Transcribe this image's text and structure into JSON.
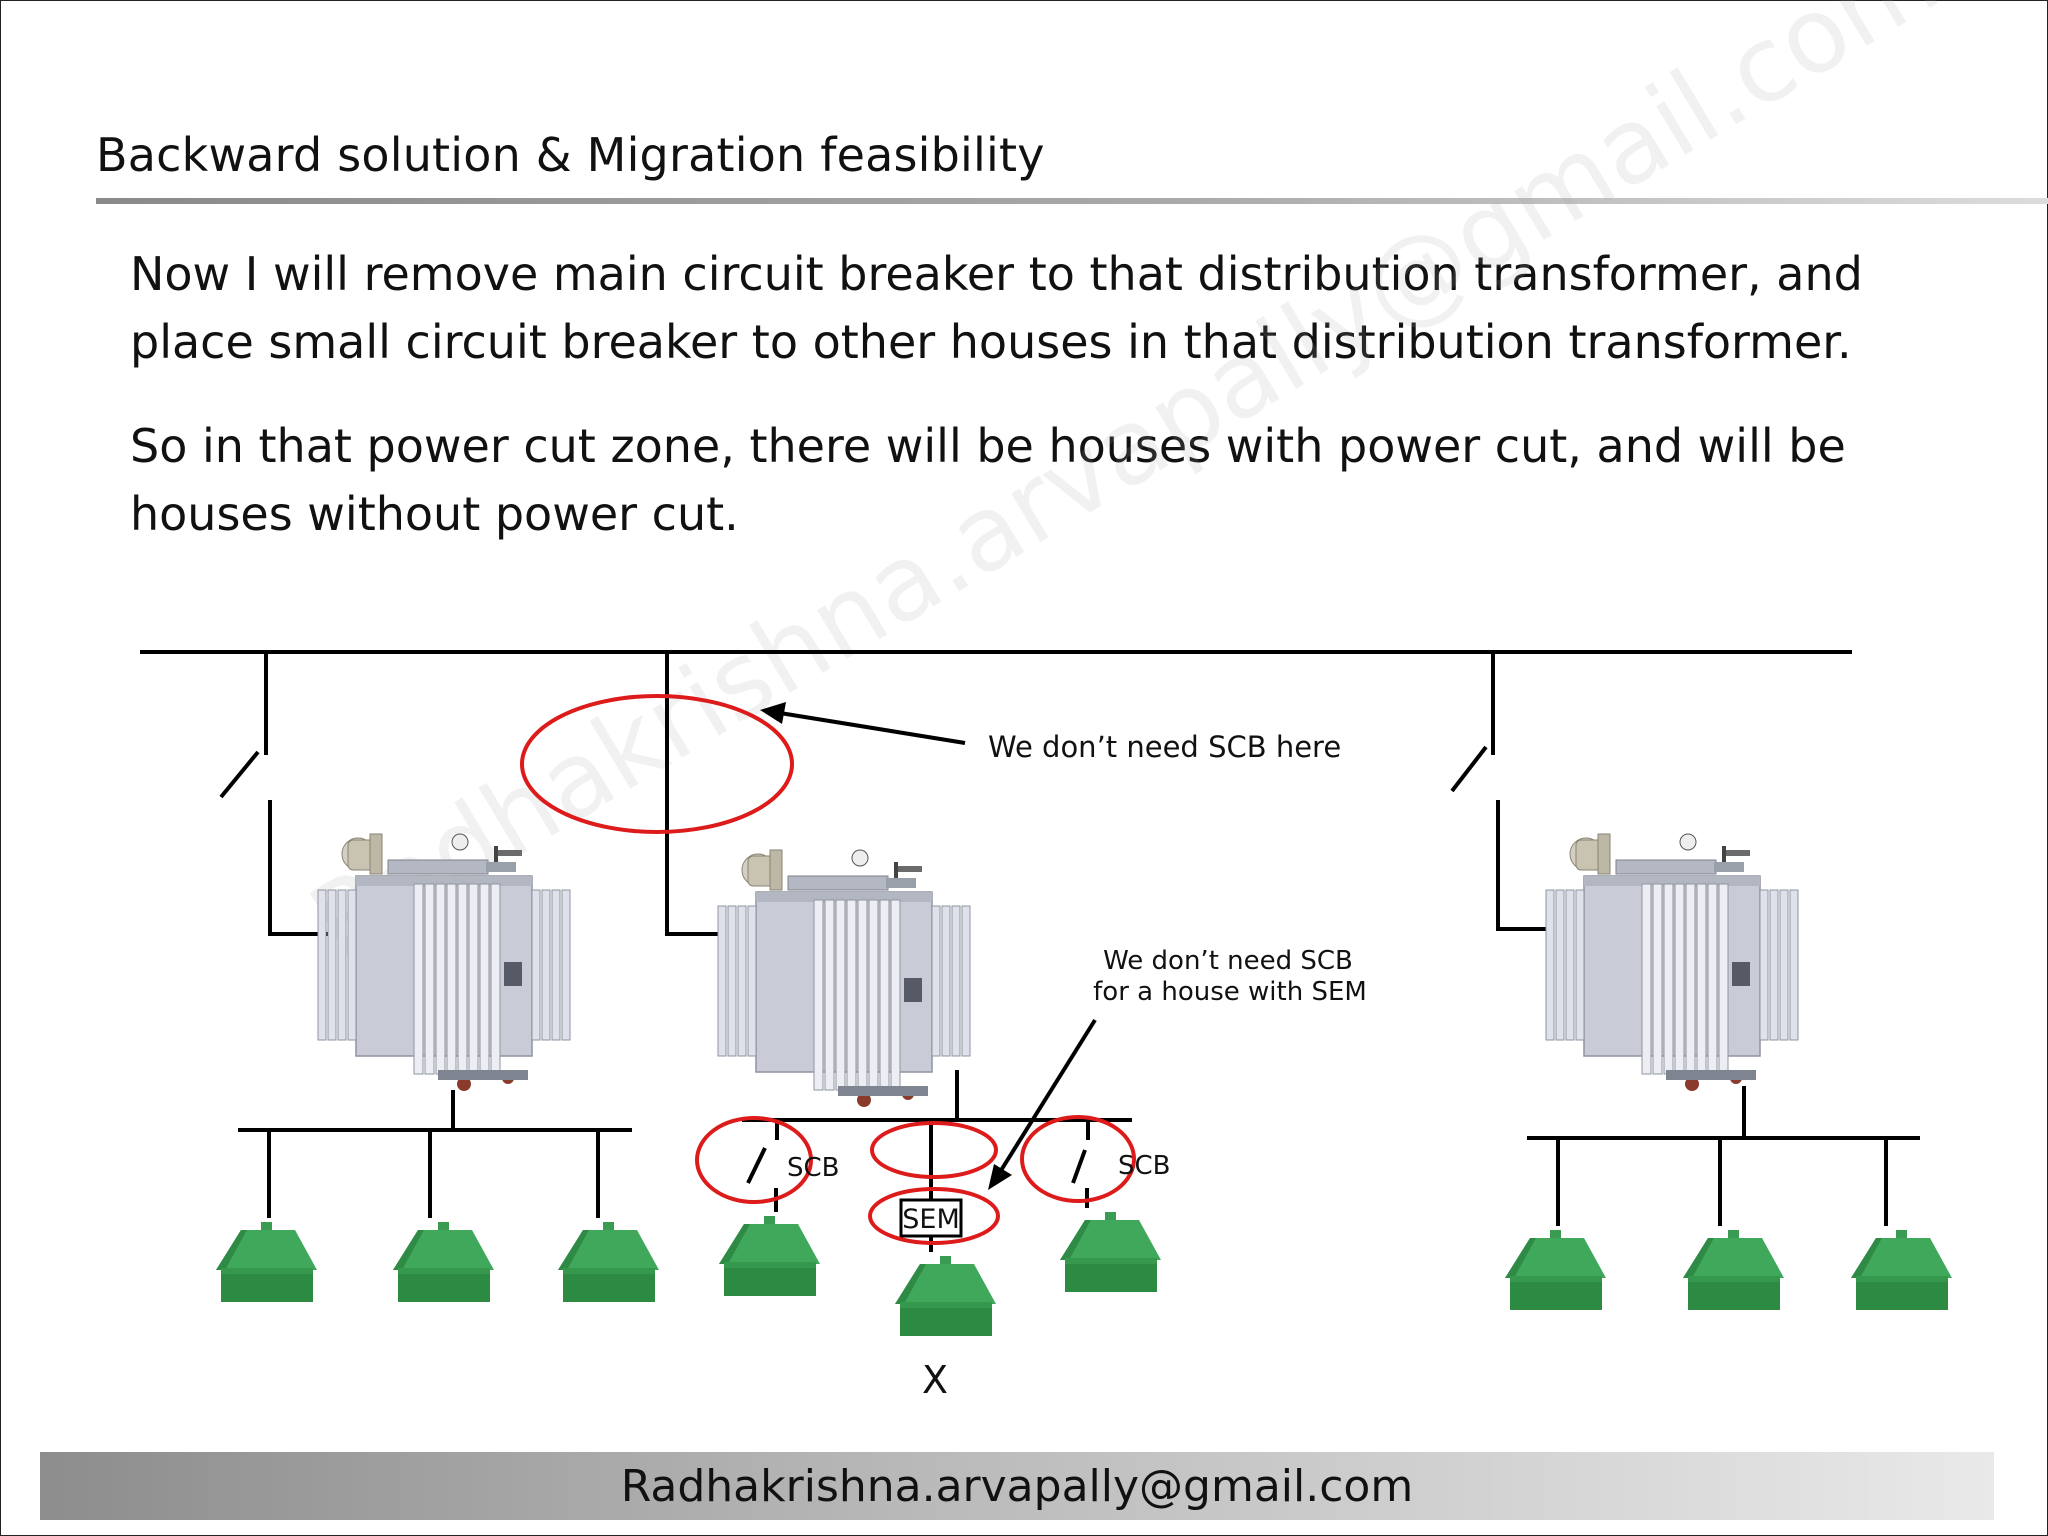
{
  "slide": {
    "title": "Backward solution & Migration feasibility",
    "paragraphs": [
      "Now I will remove main circuit breaker to that distribution transformer, and place small circuit breaker to other houses in that distribution transformer.",
      "So in that power cut zone, there will be houses with power cut, and will be houses without power cut."
    ],
    "watermark": "Radhakrishna.arvapally@gmail.com",
    "footer": "Radhakrishna.arvapally@gmail.com"
  },
  "diagram": {
    "annotation_no_scb_here": "We don’t need SCB here",
    "annotation_sem_line1": "We don’t need SCB",
    "annotation_sem_line2": "for a house with SEM",
    "scb_label_left": "SCB",
    "scb_label_right": "SCB",
    "sem_label": "SEM",
    "house_marker": "X"
  },
  "colors": {
    "highlight_circle": "#dd1b1b",
    "house_green": "#2d8a43",
    "transformer_grey": "#c9ccd6"
  }
}
